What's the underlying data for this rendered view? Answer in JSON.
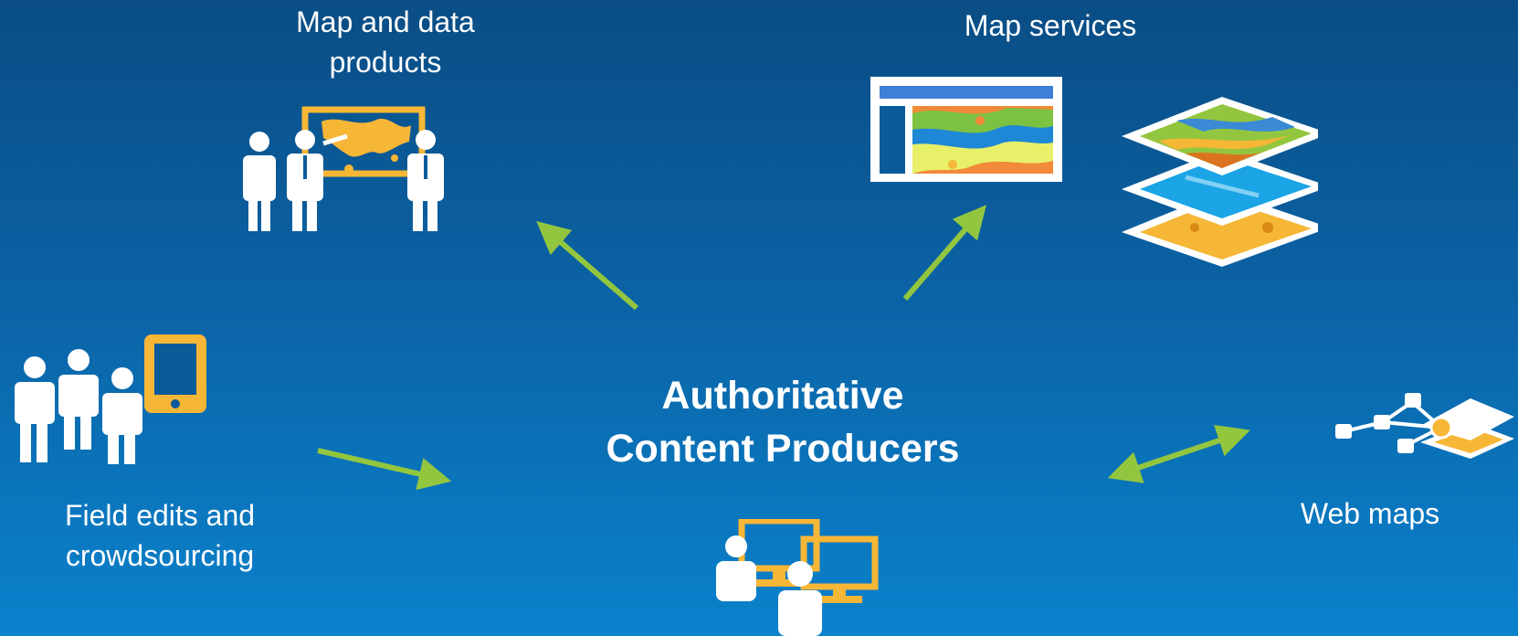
{
  "colors": {
    "accent_green": "#93c63f",
    "accent_yellow": "#f6b636",
    "icon_white": "#ffffff",
    "background_top": "#0a4d85",
    "background_bottom": "#0a82cc"
  },
  "center": {
    "title": "Authoritative\nContent Producers",
    "icon": "content-producers-icon"
  },
  "nodes": {
    "map_products": {
      "label": "Map and data\nproducts",
      "icon": "presentation-map-icon"
    },
    "map_services": {
      "label": "Map services",
      "icon": "map-services-icon"
    },
    "field_edits": {
      "label": "Field edits and\ncrowdsourcing",
      "icon": "field-crowd-icon"
    },
    "web_maps": {
      "label": "Web maps",
      "icon": "web-map-layers-icon"
    }
  },
  "arrows": [
    {
      "name": "arrow-to-map-products",
      "direction": "outbound"
    },
    {
      "name": "arrow-to-map-services",
      "direction": "outbound"
    },
    {
      "name": "arrow-from-field-edits",
      "direction": "inbound"
    },
    {
      "name": "arrow-web-maps",
      "direction": "bidirectional"
    }
  ]
}
